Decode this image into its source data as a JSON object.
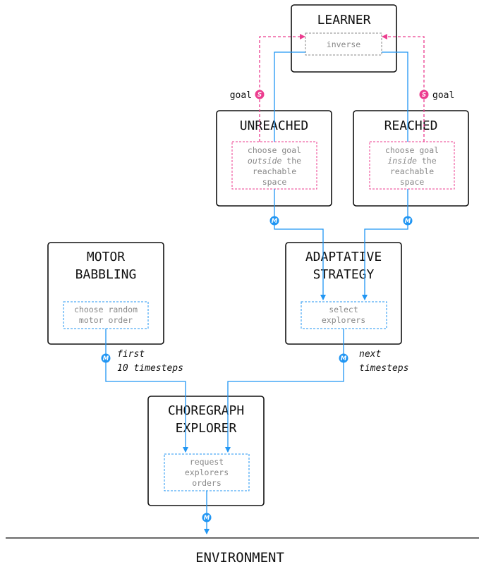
{
  "colors": {
    "motor_flow": "#2196f3",
    "goal_flow": "#ec3d8f",
    "inner_gray_border": "#8a8a8a",
    "box_border": "#111111"
  },
  "boxes": {
    "learner": {
      "title": "LEARNER",
      "inner": [
        "inverse"
      ]
    },
    "unreached": {
      "title": "UNREACHED",
      "inner": [
        "choose goal",
        "outside the",
        "reachable",
        "space"
      ]
    },
    "reached": {
      "title": "REACHED",
      "inner": [
        "choose goal",
        "inside the",
        "reachable",
        "space"
      ]
    },
    "motor_babbling": {
      "title_lines": [
        "MOTOR",
        "BABBLING"
      ],
      "inner": [
        "choose random",
        "motor order"
      ]
    },
    "adaptative_strategy": {
      "title_lines": [
        "ADAPTATIVE",
        "STRATEGY"
      ],
      "inner": [
        "select",
        "explorers"
      ]
    },
    "choregraph_explorer": {
      "title_lines": [
        "CHOREGRAPH",
        "EXPLORER"
      ],
      "inner": [
        "request",
        "explorers",
        "orders"
      ]
    }
  },
  "badges": {
    "motor": "M",
    "sensory": "S"
  },
  "labels": {
    "goal_left": "goal",
    "goal_right": "goal",
    "first_steps": [
      "first",
      "10 timesteps"
    ],
    "next_steps": [
      "next",
      "timesteps"
    ]
  },
  "environment": {
    "label": "ENVIRONMENT"
  }
}
